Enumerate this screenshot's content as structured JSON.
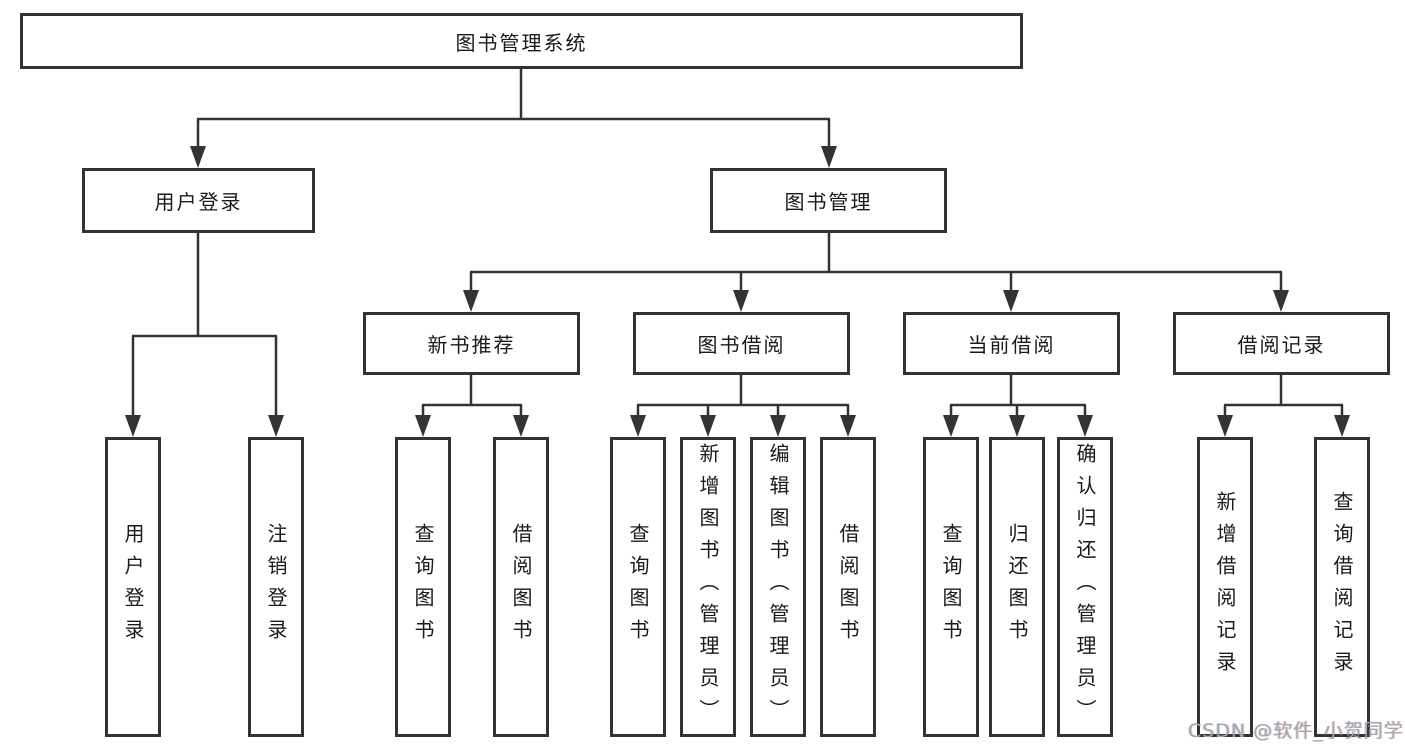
{
  "tree": {
    "label": "图书管理系统",
    "children": [
      {
        "label": "用户登录",
        "children": [
          {
            "label": "用户登录"
          },
          {
            "label": "注销登录"
          }
        ]
      },
      {
        "label": "图书管理",
        "children": [
          {
            "label": "新书推荐",
            "children": [
              {
                "label": "查询图书"
              },
              {
                "label": "借阅图书"
              }
            ]
          },
          {
            "label": "图书借阅",
            "children": [
              {
                "label": "查询图书"
              },
              {
                "label": "新增图书（管理员）"
              },
              {
                "label": "编辑图书（管理员）"
              },
              {
                "label": "借阅图书"
              }
            ]
          },
          {
            "label": "当前借阅",
            "children": [
              {
                "label": "查询图书"
              },
              {
                "label": "归还图书"
              },
              {
                "label": "确认归还（管理员）"
              }
            ]
          },
          {
            "label": "借阅记录",
            "children": [
              {
                "label": "新增借阅记录"
              },
              {
                "label": "查询借阅记录"
              }
            ]
          }
        ]
      }
    ]
  },
  "watermark": {
    "text": "CSDN @软件_小贺同学"
  },
  "colors": {
    "line": "#333333",
    "box_border": "#333333",
    "text": "#1a1a1a",
    "background": "#ffffff",
    "watermark": "#a6a6a6"
  }
}
